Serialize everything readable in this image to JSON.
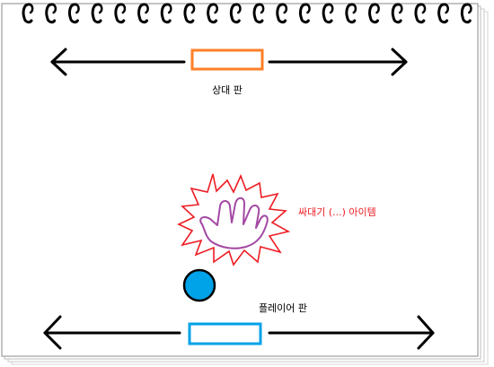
{
  "labels": {
    "opponent_paddle": "상대 판",
    "item": "싸대기 (...) 아이템",
    "player_paddle": "플레이어 판"
  },
  "colors": {
    "opponent_paddle": "#ff7f27",
    "player_paddle": "#00a2e8",
    "ball": "#00a2e8",
    "explosion": "#ed1c24",
    "hand": "#a349a4",
    "arrow": "#000000",
    "item_label": "#ed1c24"
  },
  "icons": {
    "spiral_binding": "notebook-ring-icon",
    "item": "slap-hand-icon"
  }
}
